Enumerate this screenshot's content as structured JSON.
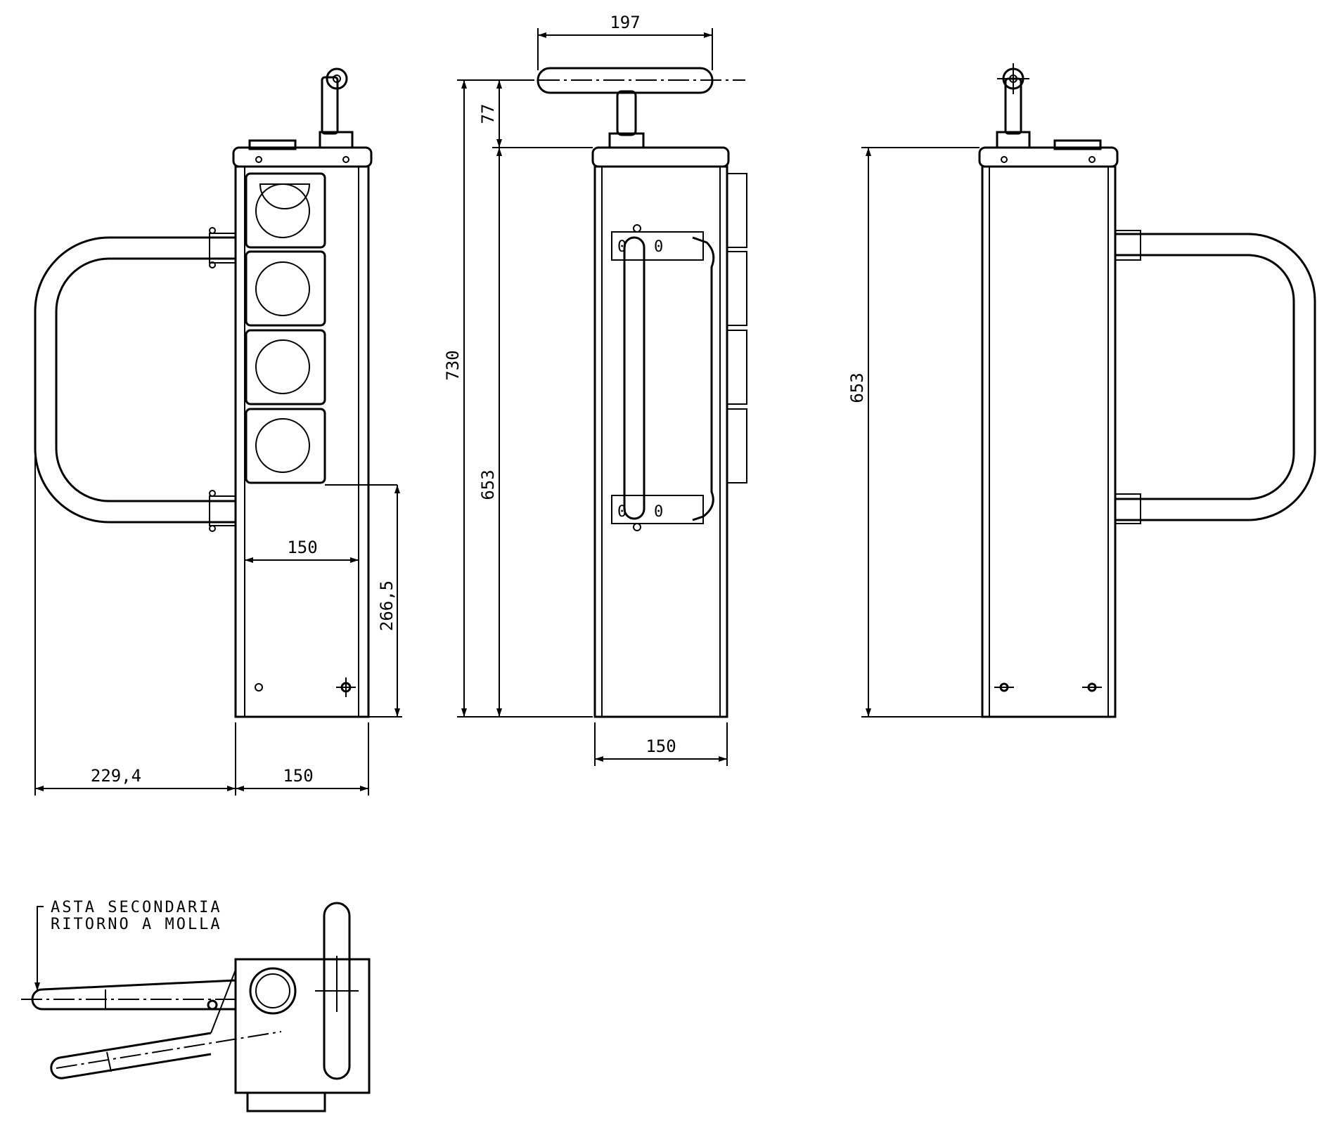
{
  "dimensions": {
    "top_width": "197",
    "handle_height": "77",
    "total_height": "730",
    "body_height_front": "653",
    "body_height_side": "653",
    "lower_height": "266,5",
    "front_inner_width": "150",
    "front_width": "150",
    "handle_reach": "229,4",
    "side_width": "150"
  },
  "note": {
    "line1": "ASTA SECONDARIA",
    "line2": "RITORNO A MOLLA"
  }
}
